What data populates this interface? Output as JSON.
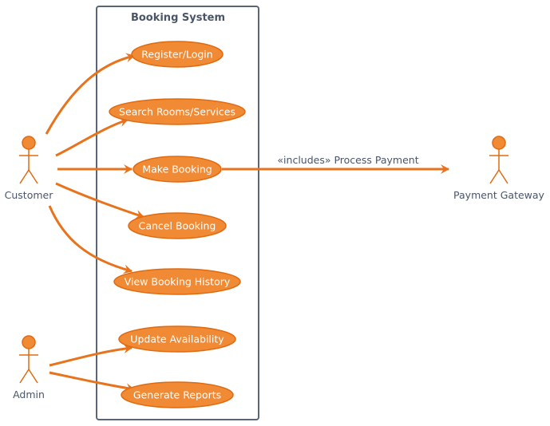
{
  "system": {
    "title": "Booking System"
  },
  "actors": {
    "customer": "Customer",
    "admin": "Admin",
    "payment_gateway": "Payment Gateway"
  },
  "use_cases": {
    "register_login": "Register/Login",
    "search": "Search Rooms/Services",
    "make_booking": "Make Booking",
    "cancel_booking": "Cancel Booking",
    "view_history": "View Booking History",
    "update_availability": "Update Availability",
    "generate_reports": "Generate Reports"
  },
  "relations": {
    "includes_payment": "«includes» Process Payment"
  },
  "colors": {
    "accent": "#e8731c",
    "usecase_fill": "#f08a35",
    "frame": "#5a6675",
    "text": "#4a5568"
  }
}
